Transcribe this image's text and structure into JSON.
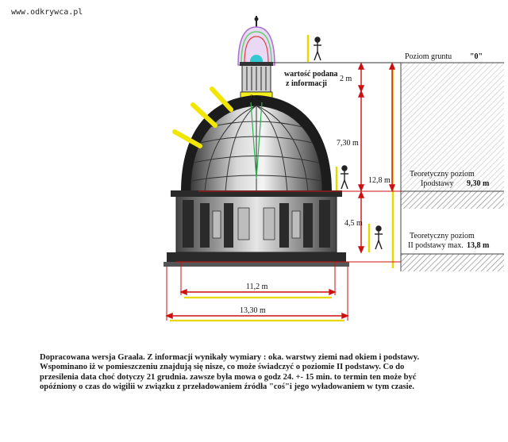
{
  "watermark": "www.odkrywca.pl",
  "labels": {
    "ground_level": "Poziom gruntu",
    "ground_value": "\"0\"",
    "given_value_1": "wartość podana",
    "given_value_2": "z informacji",
    "top_height": "2 m",
    "lantern_width": "2 m",
    "dome_height": "7,30 m",
    "total_depth": "12,8 m",
    "drum_height": "4,5 m",
    "theory1_a": "Teoretyczny poziom",
    "theory1_b": "Ipodstawy",
    "theory1_value": "9,30 m",
    "theory2_a": "Teoretyczny poziom",
    "theory2_b": "II podstawy max.",
    "theory2_value": "13,8 m",
    "inner_width": "11,2 m",
    "outer_width": "13,30 m"
  },
  "caption": [
    "Dopracowana wersja Graala. Z informacji wynikały wymiary : oka. warstwy ziemi nad okiem i podstawy.",
    "Wspominano iż w pomieszczeniu znajdują się nisze, co może świadczyć o poziomie II podstawy. Co do",
    "przesilenia data choć dotyczy 21 grudnia. zawsze była mowa o godz 24. +- 15 min. to termin ten może być",
    "opóźniony o czas do wigilii w związku z przeładowaniem źródła \"coś\"i jego wyładowaniem w tym czasie."
  ],
  "colors": {
    "dimension_red": "#cc1111",
    "dimension_yellow": "#e8d800",
    "sunray_yellow": "#f2e600",
    "dome_dark": "#1c1c1c",
    "ground_hatch": "#9a9a9a"
  }
}
